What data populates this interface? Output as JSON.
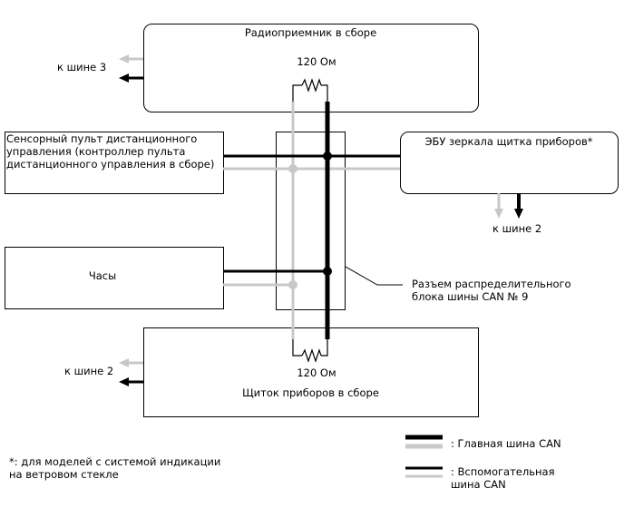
{
  "labels": {
    "radio_title": "Радиоприемник в сборе",
    "radio_resistor": "120 Ом",
    "radio_bus": "к шине 3",
    "touch_remote": "Сенсорный пульт дистанционного управления (контроллер пульта дистанционного управления в сборе)",
    "mirror_ecu": "ЭБУ зеркала щитка приборов*",
    "mirror_bus": "к шине 2",
    "clock": "Часы",
    "connector_line1": "Разъем распределительного",
    "connector_line2": "блока шины CAN № 9",
    "cluster_resistor": "120 Ом",
    "cluster_title": "Щиток приборов в сборе",
    "cluster_bus": "к шине 2",
    "footnote_line1": "*: для моделей с системой индикации",
    "footnote_line2": "на ветровом стекле",
    "legend_main": ": Главная шина CAN",
    "legend_sub_line1": ": Вспомогательная",
    "legend_sub_line2": "шина CAN"
  },
  "colors": {
    "can_high": "#000000",
    "can_low": "#c8c8c8"
  }
}
